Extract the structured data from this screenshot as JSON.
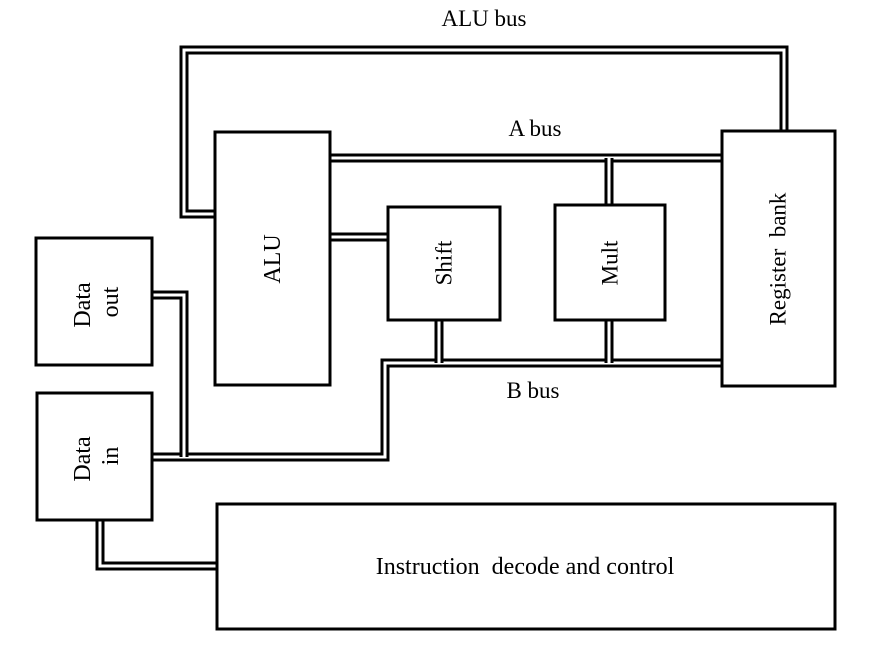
{
  "buses": {
    "alu_bus": "ALU bus",
    "a_bus": "A bus",
    "b_bus": "B bus"
  },
  "blocks": {
    "alu": "ALU",
    "shift": "Shift",
    "mult": "Mult",
    "register_bank": "Register  bank",
    "data_out": [
      "Data",
      "out"
    ],
    "data_in": [
      "Data",
      "in"
    ],
    "instruction_decode": "Instruction  decode and control"
  }
}
